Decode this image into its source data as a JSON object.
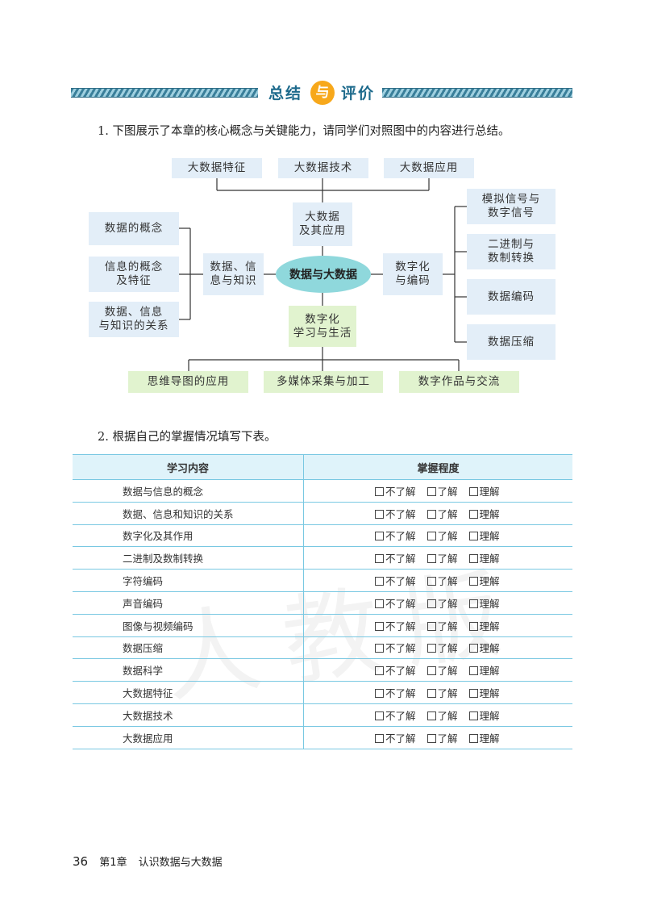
{
  "header": {
    "left": "总结",
    "badge": "与",
    "right": "评价"
  },
  "q1": "1. 下图展示了本章的核心概念与关键能力，请同学们对照图中的内容进行总结。",
  "map": {
    "top": [
      "大数据特征",
      "大数据技术",
      "大数据应用"
    ],
    "big_data": "大数据\n及其应用",
    "center": "数据与大数据",
    "left_mid": "数据、信\n息与知识",
    "left": [
      "数据的概念",
      "信息的概念\n及特征",
      "数据、信息\n与知识的关系"
    ],
    "right_mid": "数字化\n与编码",
    "right": [
      "模拟信号与\n数字信号",
      "二进制与\n数制转换",
      "数据编码",
      "数据压缩"
    ],
    "bottom_mid": "数字化\n学习与生活",
    "bottom": [
      "思维导图的应用",
      "多媒体采集与加工",
      "数字作品与交流"
    ]
  },
  "q2": "2. 根据自己的掌握情况填写下表。",
  "table": {
    "headers": [
      "学习内容",
      "掌握程度"
    ],
    "options": [
      "不了解",
      "了解",
      "理解"
    ],
    "rows": [
      "数据与信息的概念",
      "数据、信息和知识的关系",
      "数字化及其作用",
      "二进制及数制转换",
      "字符编码",
      "声音编码",
      "图像与视频编码",
      "数据压缩",
      "数据科学",
      "大数据特征",
      "大数据技术",
      "大数据应用"
    ]
  },
  "footer": {
    "page": "36",
    "chapter": "第1章",
    "title": "认识数据与大数据"
  },
  "colors": {
    "accent": "#1d6a8c",
    "badge": "#f7a81b",
    "node_blue": "#e3eef8",
    "node_green": "#e1f3cf",
    "center": "#8fd8dc",
    "table_line": "#79c8e2"
  }
}
